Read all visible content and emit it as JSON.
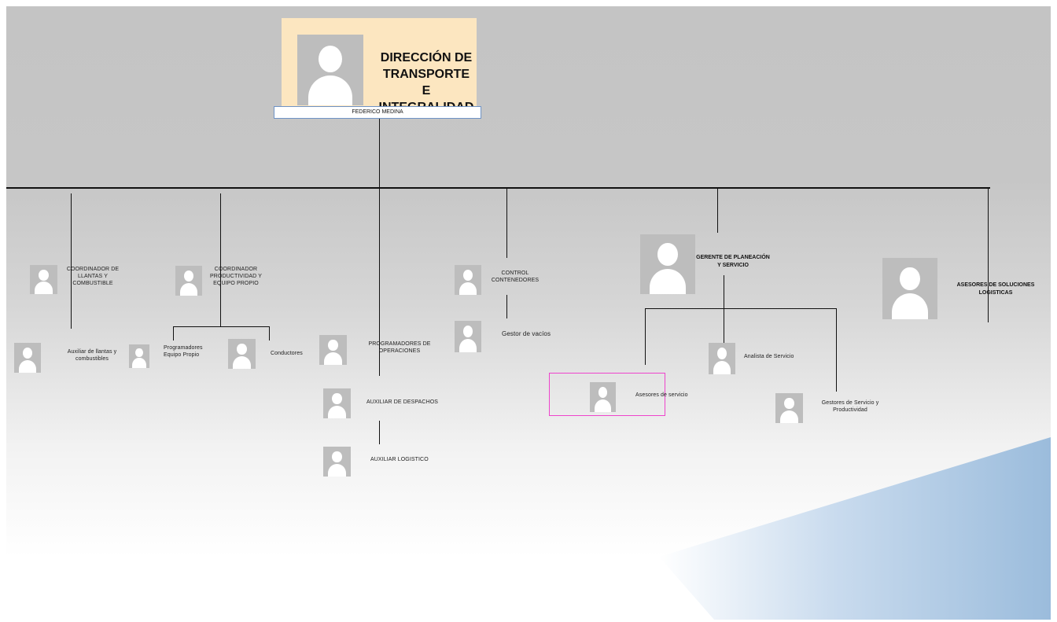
{
  "director": {
    "title_line1": "DIRECCIÓN DE",
    "title_line2": "TRANSPORTE E",
    "title_line3": "INTEGRALIDAD",
    "name": "FEDERICO MEDINA"
  },
  "positions": {
    "coordinador_llantas": [
      "COORDINADOR DE",
      "LLANTAS Y",
      "COMBUSTIBLE"
    ],
    "auxiliar_llantas": [
      "Auxiliar de llantas y",
      "combustibles"
    ],
    "coordinador_productividad": [
      "COORDINADOR",
      "PRODUCTIVIDAD Y",
      "EQUIPO PROPIO"
    ],
    "programadores_equipo": [
      "Programadores",
      "Equipo Propio"
    ],
    "conductores": "Conductores",
    "programadores_operaciones": [
      "PROGRAMADORES DE",
      "OPERACIONES"
    ],
    "auxiliar_despachos": "AUXILIAR DE DESPACHOS",
    "auxiliar_logistico": "AUXILIAR LOGISTICO",
    "control_contenedores": [
      "CONTROL",
      "CONTENEDORES"
    ],
    "gestor_vacios": "Gestor de vacíos",
    "gerente_planeacion": [
      "GERENTE DE PLANEACIÓN",
      "Y SERVICIO"
    ],
    "analista_servicio": "Analista de Servicio",
    "asesores_servicio": "Asesores de servicio",
    "gestores_servicio": [
      "Gestores de Servicio y",
      "Productividad"
    ],
    "asesores_soluciones": [
      "ASESORES DE SOLUCIONES",
      "LOGISTICAS"
    ]
  },
  "icons": {
    "avatar": "person-silhouette-icon"
  },
  "colors": {
    "director_box": "#fce6c0",
    "name_box_border": "#6f93c6",
    "highlight_border": "#ee44cc",
    "avatar_bg": "#bdbdbd",
    "connector": "#111111",
    "accent_blue": "#9bbcdc"
  }
}
